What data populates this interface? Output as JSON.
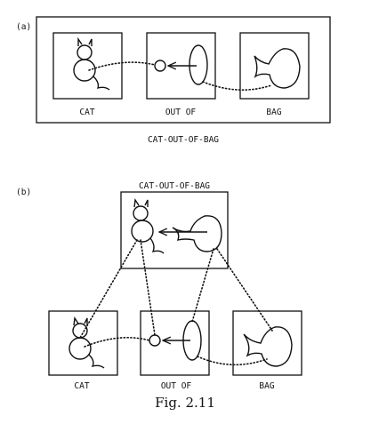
{
  "panel_a": {
    "tag": "(a)",
    "labels": {
      "cat": "CAT",
      "out_of": "OUT OF",
      "bag": "BAG"
    },
    "composite_label": "CAT-OUT-OF-BAG"
  },
  "panel_b": {
    "tag": "(b)",
    "composite_label": "CAT-OUT-OF-BAG",
    "labels": {
      "cat": "CAT",
      "out_of": "OUT OF",
      "bag": "BAG"
    }
  },
  "caption": "Fig. 2.11"
}
